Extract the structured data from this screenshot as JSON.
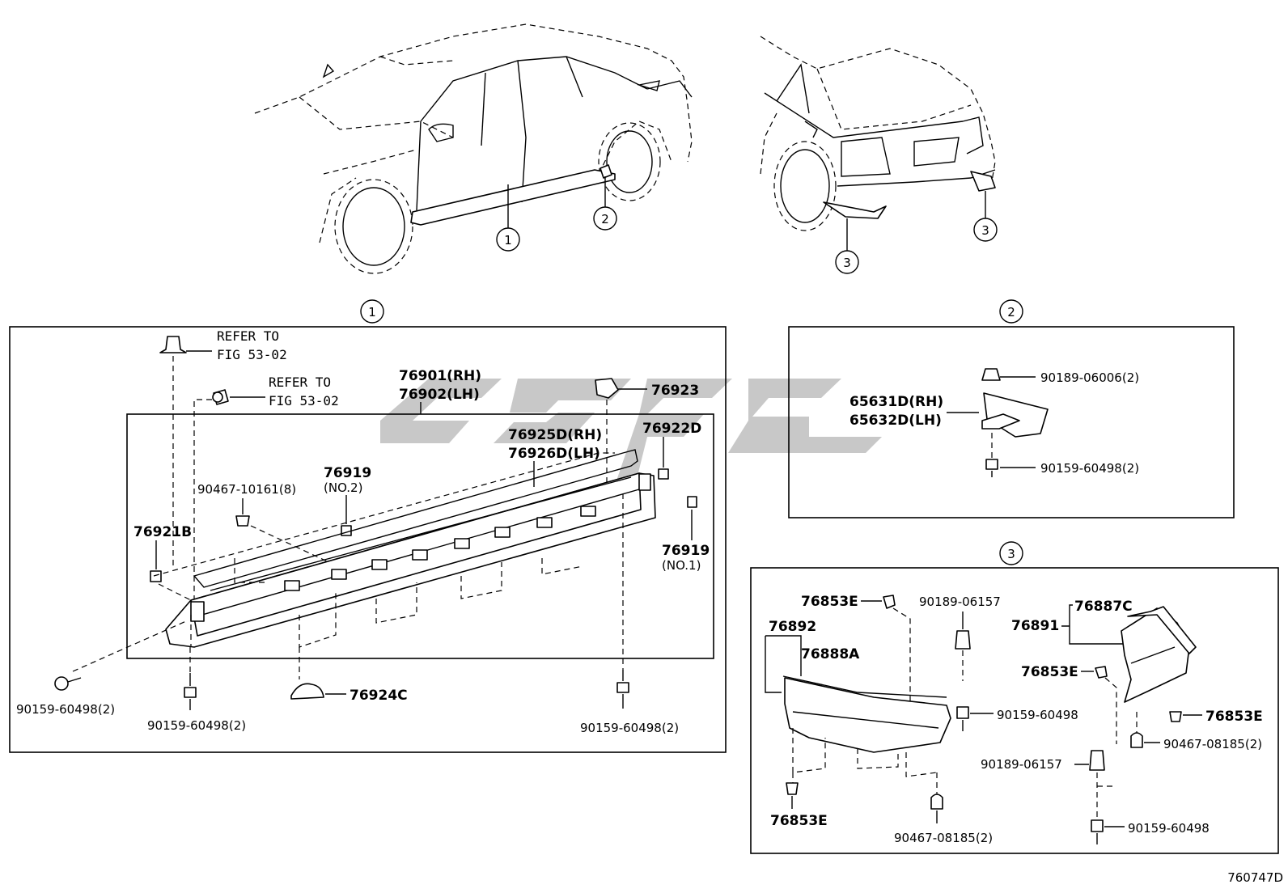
{
  "diagram_id": "760747D",
  "section_markers": {
    "s1": "1",
    "s2": "2",
    "s3": "3"
  },
  "overview": {
    "callout_1": "1",
    "callout_2": "2",
    "callout_3_left": "3",
    "callout_3_right": "3"
  },
  "section1": {
    "refer_a_line1": "REFER TO",
    "refer_a_line2": "FIG 53-02",
    "refer_b_line1": "REFER TO",
    "refer_b_line2": "FIG 53-02",
    "p_76901": "76901(RH)",
    "p_76902": "76902(LH)",
    "p_76923": "76923",
    "p_76925d": "76925D(RH)",
    "p_76926d": "76926D(LH)",
    "p_76922d": "76922D",
    "p_90467_10161": "90467-10161(8)",
    "p_76919_no2": "76919",
    "p_76919_no2_note": "(NO.2)",
    "p_76921b": "76921B",
    "p_76919_no1": "76919",
    "p_76919_no1_note": "(NO.1)",
    "p_90159_left": "90159-60498(2)",
    "p_90159_bottom": "90159-60498(2)",
    "p_76924c": "76924C",
    "p_90159_right": "90159-60498(2)"
  },
  "section2": {
    "p_90189_06006": "90189-06006(2)",
    "p_65631d": "65631D(RH)",
    "p_65632d": "65632D(LH)",
    "p_90159": "90159-60498(2)"
  },
  "section3": {
    "p_76853e_top": "76853E",
    "p_90189_06157_top": "90189-06157",
    "p_76887c": "76887C",
    "p_76891": "76891",
    "p_76892": "76892",
    "p_76888a": "76888A",
    "p_76853e_mid": "76853E",
    "p_90159_a": "90159-60498",
    "p_76853e_right": "76853E",
    "p_90467_right": "90467-08185(2)",
    "p_90189_06157_mid": "90189-06157",
    "p_76853e_bottom": "76853E",
    "p_90467_bottom": "90467-08185(2)",
    "p_90159_b": "90159-60498"
  }
}
